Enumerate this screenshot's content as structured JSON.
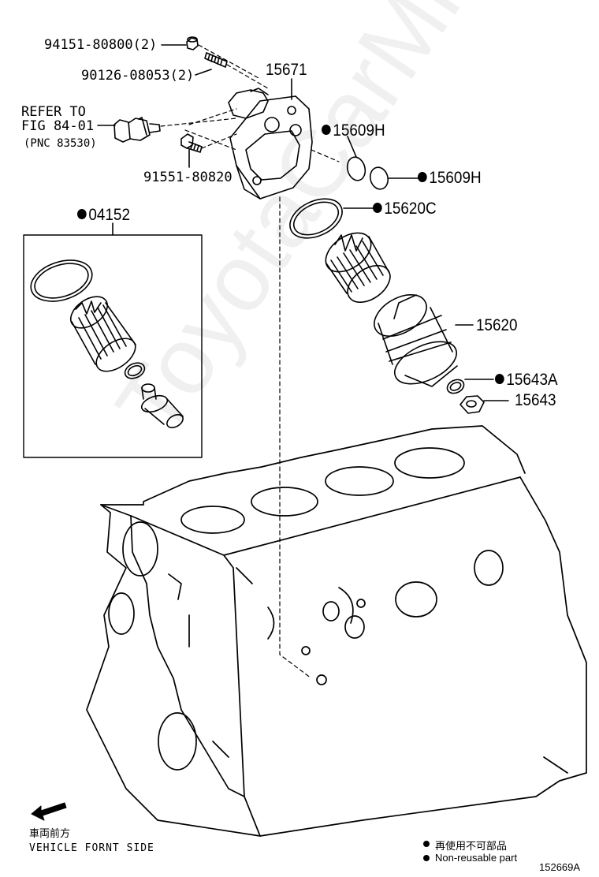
{
  "labels": {
    "p94151": "94151-80800(2)",
    "p90126": "90126-08053(2)",
    "p15671": "15671",
    "refer_to": "REFER TO",
    "fig": "FIG 84-01",
    "pnc": "(PNC 83530)",
    "p15609h_a": "15609H",
    "p91551": "91551-80820",
    "p15609h_b": "15609H",
    "p04152": "04152",
    "p15620c": "15620C",
    "p15620": "15620",
    "p15643a": "15643A",
    "p15643": "15643",
    "front_jp": "車両前方",
    "front_en": "VEHICLE FORNT SIDE",
    "legend_jp": "再使用不可部品",
    "legend_en": "Non-reusable part",
    "diagram_id": "152669A"
  },
  "watermark": "ToyotaCarMine.ru"
}
